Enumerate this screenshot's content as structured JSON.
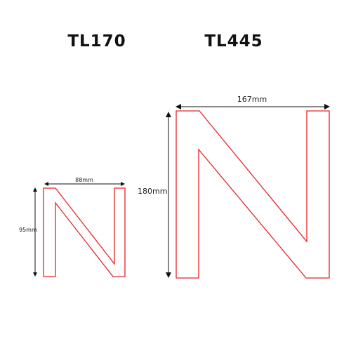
{
  "colors": {
    "outline": "#e8242a",
    "dimension": "#111111",
    "title": "#111111"
  },
  "products": [
    {
      "title": "TL170",
      "letter": "N",
      "width_label": "88mm",
      "height_label": "95mm"
    },
    {
      "title": "TL445",
      "letter": "N",
      "width_label": "167mm",
      "height_label": "180mm"
    }
  ]
}
